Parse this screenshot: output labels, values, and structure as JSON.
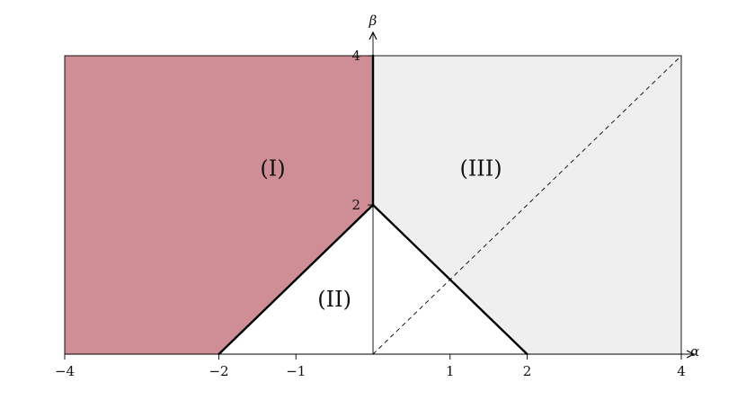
{
  "axes": {
    "x_label": "α",
    "y_label": "β",
    "x_range": [
      -4,
      4
    ],
    "y_range": [
      0,
      4
    ],
    "x_ticks": [
      {
        "value": -4,
        "label": "−4"
      },
      {
        "value": -2,
        "label": "−2"
      },
      {
        "value": -1,
        "label": "−1"
      },
      {
        "value": 1,
        "label": "1"
      },
      {
        "value": 2,
        "label": "2"
      },
      {
        "value": 4,
        "label": "4"
      }
    ],
    "y_ticks": [
      {
        "value": 2,
        "label": "2"
      },
      {
        "value": 4,
        "label": "4"
      }
    ]
  },
  "regions": [
    {
      "label": "(I)",
      "fill": "#cf8d96",
      "anchor": [
        -1.3,
        2.5
      ],
      "polygon": [
        [
          -4,
          0
        ],
        [
          -2,
          0
        ],
        [
          0,
          2
        ],
        [
          0,
          4
        ],
        [
          -4,
          4
        ]
      ]
    },
    {
      "label": "(II)",
      "fill": "#ffffff",
      "anchor": [
        -0.5,
        0.75
      ],
      "polygon": [
        [
          -2,
          0
        ],
        [
          0,
          2
        ],
        [
          2,
          0
        ]
      ]
    },
    {
      "label": "(III)",
      "fill": "#efefef",
      "anchor": [
        1.4,
        2.5
      ],
      "polygon": [
        [
          0,
          2
        ],
        [
          0,
          4
        ],
        [
          4,
          4
        ],
        [
          4,
          0
        ],
        [
          2,
          0
        ]
      ]
    }
  ],
  "boundaries": {
    "thick": [
      [
        [
          -2,
          0
        ],
        [
          0,
          2
        ]
      ],
      [
        [
          0,
          2
        ],
        [
          2,
          0
        ]
      ],
      [
        [
          0,
          2
        ],
        [
          0,
          4
        ]
      ]
    ],
    "dashed": [
      [
        0,
        0
      ],
      [
        4,
        4
      ]
    ]
  },
  "colors": {
    "region_I": "#cf8d96",
    "region_III": "#efefef",
    "line": "#000000"
  }
}
